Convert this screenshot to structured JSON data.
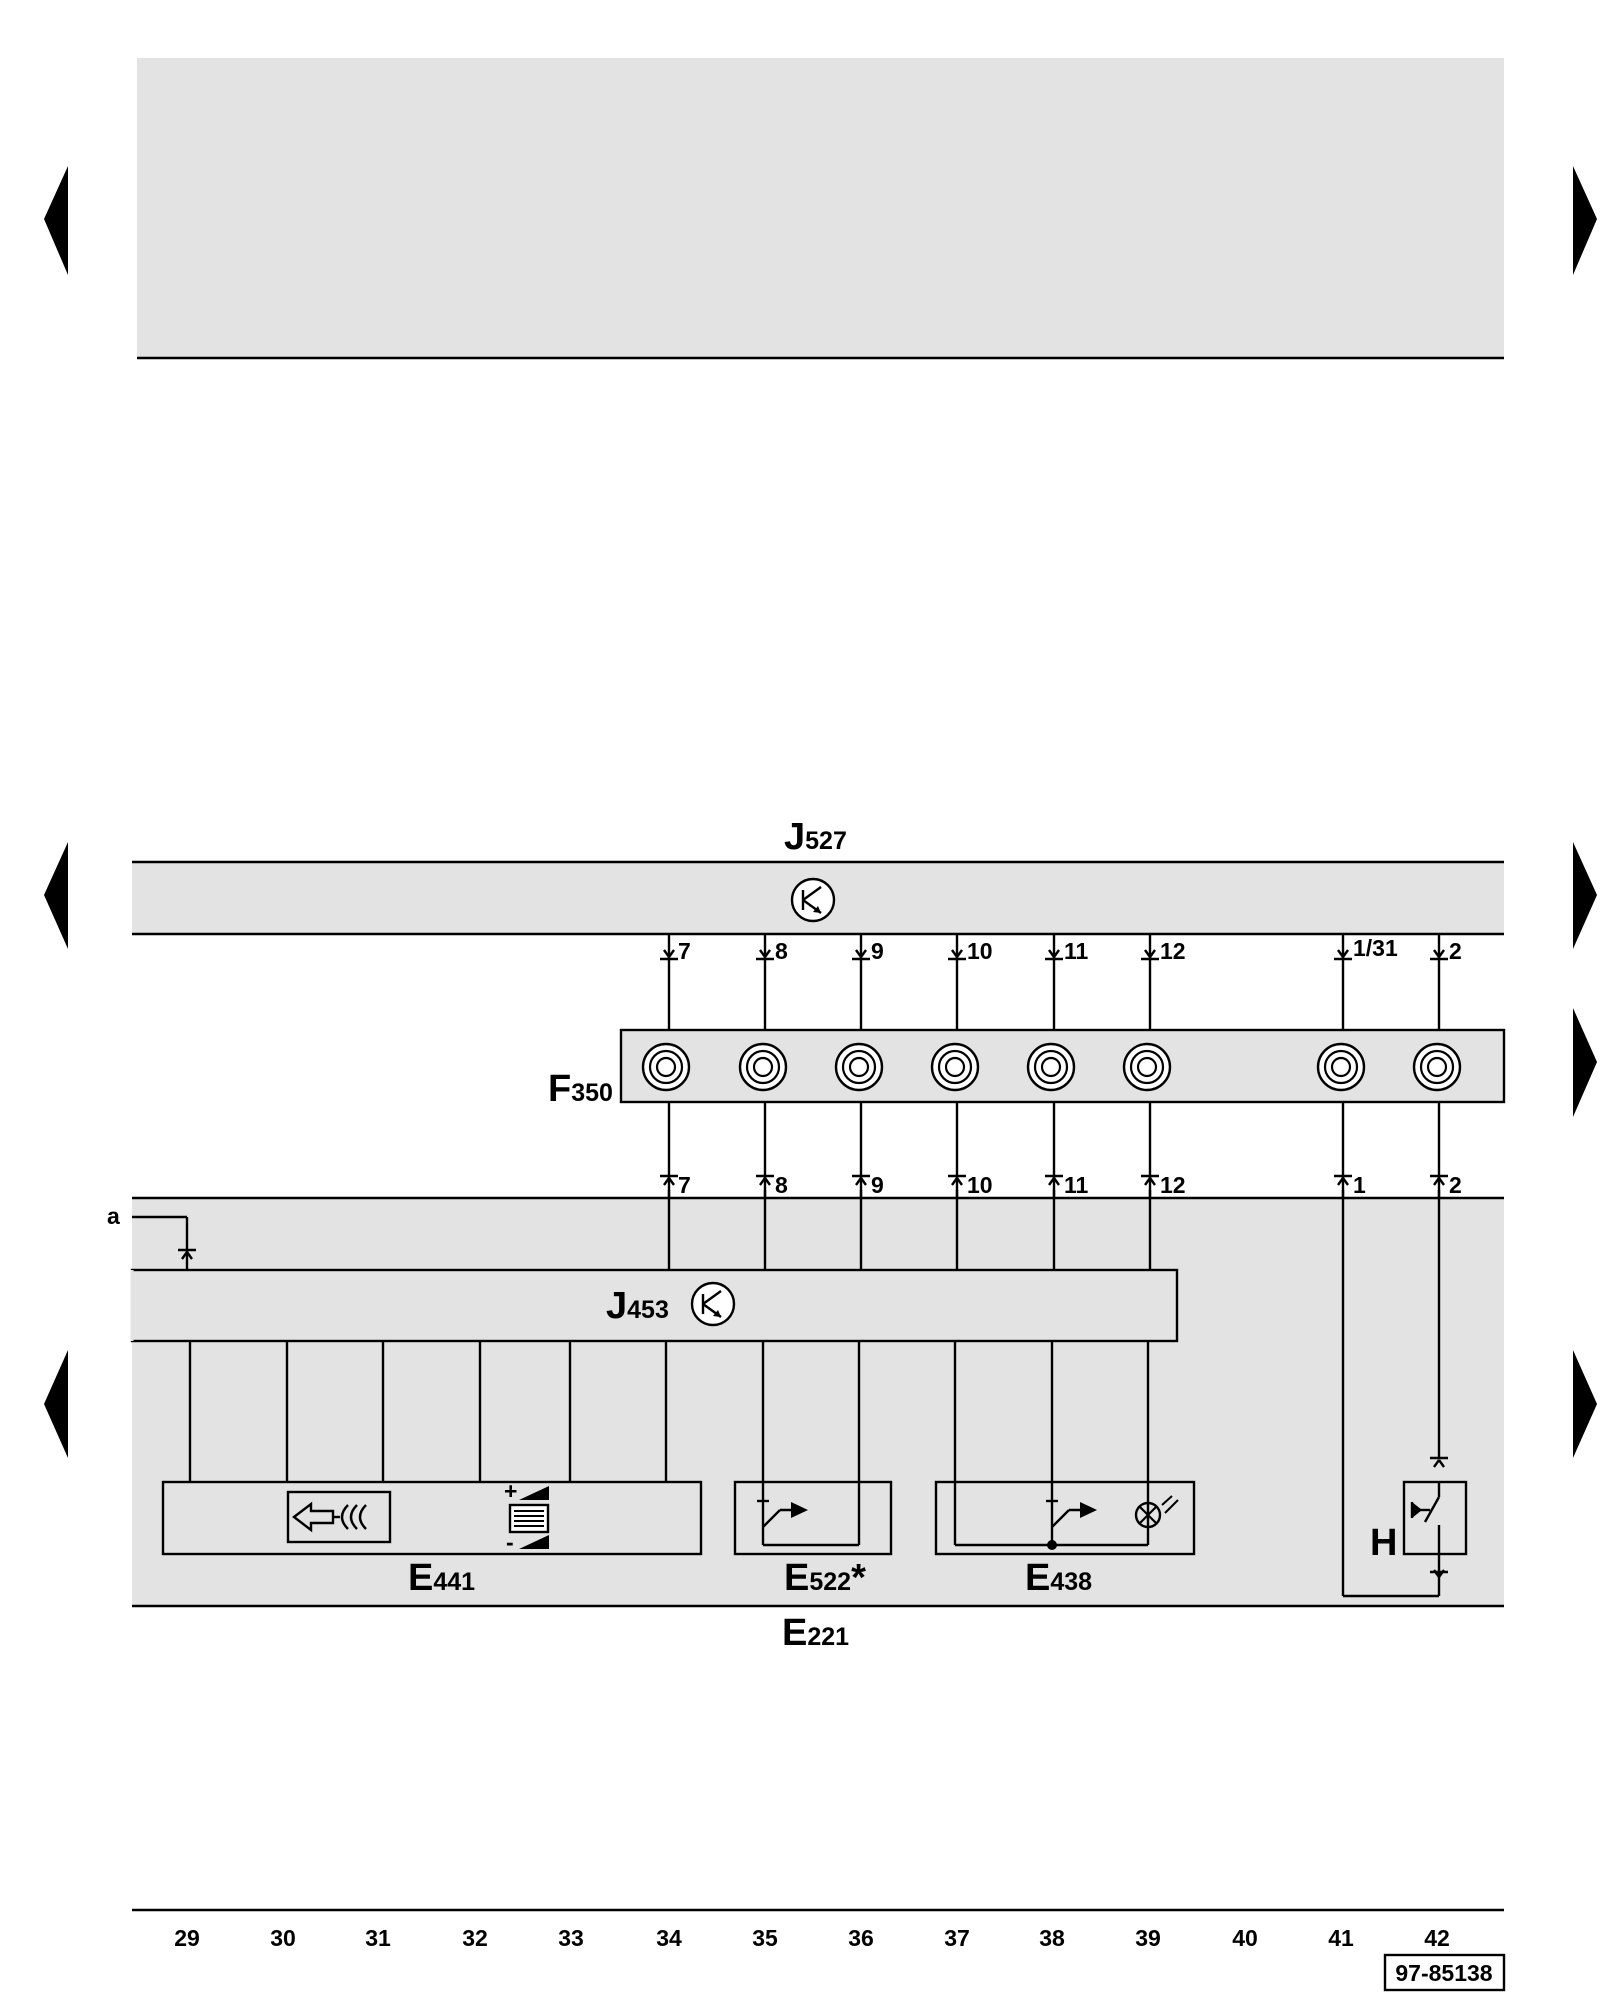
{
  "components": {
    "J527": {
      "letter": "J",
      "number": "527"
    },
    "F350": {
      "letter": "F",
      "number": "350"
    },
    "J453": {
      "letter": "J",
      "number": "453"
    },
    "E441": {
      "letter": "E",
      "number": "441"
    },
    "E522": {
      "letter": "E",
      "number": "522",
      "suffix": "*"
    },
    "E438": {
      "letter": "E",
      "number": "438"
    },
    "E221": {
      "letter": "E",
      "number": "221"
    },
    "H": {
      "letter": "H"
    }
  },
  "connector_a": "a",
  "pins_top": [
    "7",
    "8",
    "9",
    "10",
    "11",
    "12",
    "1/31",
    "2"
  ],
  "pins_bottom": [
    "7",
    "8",
    "9",
    "10",
    "11",
    "12",
    "1",
    "2"
  ],
  "column_numbers": [
    "29",
    "30",
    "31",
    "32",
    "33",
    "34",
    "35",
    "36",
    "37",
    "38",
    "39",
    "40",
    "41",
    "42"
  ],
  "reference_number": "97-85138",
  "e441_symbols": {
    "plus": "+",
    "minus": "-"
  }
}
